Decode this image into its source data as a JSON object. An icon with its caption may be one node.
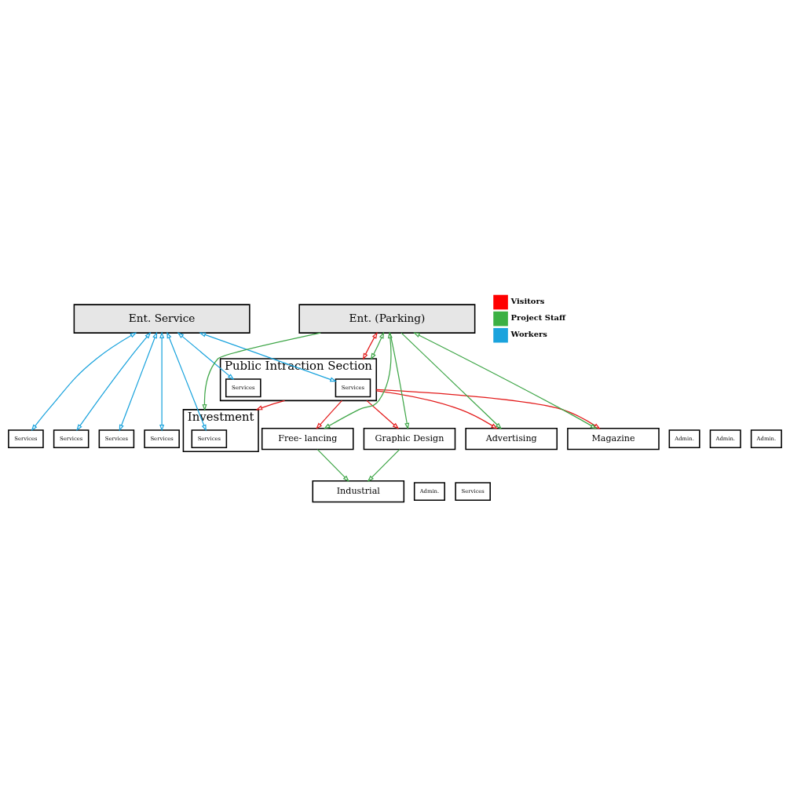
{
  "diagram": {
    "nodes": [
      {
        "text": [
          "Ent. Service"
        ]
      },
      {
        "text": [
          "Admin."
        ]
      },
      {
        "text": [
          "Services"
        ]
      },
      {
        "text": [
          "Industrial"
        ]
      },
      {
        "text": [
          "Magazine"
        ]
      },
      {
        "text": [
          "Services"
        ]
      },
      {
        "text": [
          "Graphic Design"
        ]
      },
      {
        "text": [
          "Free- lancing"
        ]
      },
      {
        "text": [
          "Admin."
        ]
      },
      {
        "text": [
          "Services"
        ]
      },
      {
        "text": [
          "Services"
        ]
      },
      {
        "text": [
          "Admin."
        ]
      },
      {
        "text": [
          "Public Intraction Section"
        ]
      },
      {
        "text": [
          "Services"
        ],
        "in": 12
      },
      {
        "text": [
          "Services"
        ],
        "in": 12
      },
      {
        "text": [
          "Advertising"
        ]
      },
      {
        "text": [
          "Investment"
        ]
      },
      {
        "text": [
          "Services"
        ],
        "in": 16
      },
      {
        "text": [
          "Services"
        ]
      },
      {
        "text": [
          "Admin."
        ]
      },
      {
        "text": [
          "Ent. (Parking)"
        ]
      }
    ],
    "edges": [
      {
        "from": 0,
        "to": 10,
        "arrow": "both",
        "color": "#1aa3dd"
      },
      {
        "from": 0,
        "to": 13,
        "arrow": "both",
        "color": "#1aa3dd"
      },
      {
        "from": 0,
        "to": 18,
        "arrow": "both",
        "color": "#1aa3dd"
      },
      {
        "from": 0,
        "to": 5,
        "arrow": "both",
        "color": "#1aa3dd"
      },
      {
        "from": 0,
        "to": 9,
        "arrow": "both",
        "color": "#1aa3dd"
      },
      {
        "from": 0,
        "to": 14,
        "arrow": "both",
        "color": "#1aa3dd"
      },
      {
        "from": 0,
        "to": 17,
        "arrow": "both",
        "color": "#1aa3dd"
      },
      {
        "from": 12,
        "to": 6,
        "arrow": "to",
        "color": "#e31b1b"
      },
      {
        "from": 12,
        "to": 7,
        "arrow": "to",
        "color": "#e31b1b"
      },
      {
        "from": 12,
        "to": 4,
        "arrow": "to",
        "color": "#e31b1b"
      },
      {
        "from": 12,
        "to": 15,
        "arrow": "to",
        "color": "#e31b1b"
      },
      {
        "from": 12,
        "to": 16,
        "arrow": "to",
        "color": "#e31b1b"
      },
      {
        "from": 20,
        "to": 12,
        "arrow": "both",
        "color": "#e31b1b"
      },
      {
        "from": 20,
        "to": 12,
        "arrow": "both",
        "color": "#3fa648"
      },
      {
        "from": 6,
        "to": 3,
        "arrow": "to",
        "color": "#3fa648"
      },
      {
        "from": 7,
        "to": 3,
        "arrow": "to",
        "color": "#3fa648"
      },
      {
        "from": 20,
        "to": 6,
        "arrow": "to",
        "color": "#3fa648"
      },
      {
        "from": 20,
        "to": 15,
        "arrow": "to",
        "color": "#3fa648"
      },
      {
        "from": 20,
        "to": 4,
        "arrow": "both",
        "color": "#3fa648"
      },
      {
        "from": 20,
        "to": 7,
        "arrow": "both",
        "color": "#3fa648"
      },
      {
        "from": 20,
        "to": 16,
        "arrow": "to",
        "color": "#3fa648"
      }
    ],
    "legend": [
      {
        "text": "Visitors",
        "color": "#ff0000"
      },
      {
        "text": "Project Staff",
        "color": "#3cb043"
      },
      {
        "text": "Workers",
        "color": "#1aa3dd"
      }
    ]
  }
}
